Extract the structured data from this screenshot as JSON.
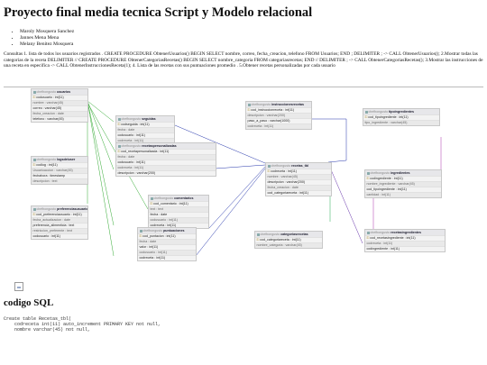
{
  "page": {
    "title": "Proyecto final media tecnica Script y Modelo relacional",
    "authors": [
      "Maroly Mosquera Sanchez",
      "Jannes Mena Mena",
      "Melany Benitez Mosquera"
    ],
    "consultas": "Consultas 1. lista de todos los usuarios registrados . CREATE PROCEDURE ObtenerUsuarios() BEGIN SELECT nombre, correo, fecha_creacion, telefono FROM Usuarios; END ; DELIMITER ; -> CALL ObtenerUsuarios(); 2.Mostrar todas las categorias de la receta DELIMITER // CREATE PROCEDURE ObtenerCategoriasRecetas() BEGIN SELECT nombre_categoria FROM categoriasrecetas; END // DELIMITER ; -> CALL ObtenerCategoriasRecetas(); 3.Mostrar las instrucciones de una receta en especifica -> CALL ObtenerInstruccionesReceta(1); 4. Lista de las recetas con sus puntuaciones promedio . 5.Obtener recetas personalizadas por cada usuario",
    "code_heading": "codigo SQL",
    "code_lines": [
      "Create table Recetas_tbl(",
      "    codreceta int(11) auto_increment PRIMARY KEY not null,",
      "    nombre varchar(45) not null,"
    ]
  },
  "diagram": {
    "db": "chefbongusto",
    "tables": [
      {
        "id": "usuarios",
        "name": "usuarios",
        "cols": [
          "codusuario : int(11)",
          "nombre : varchar(45)",
          "correo : varchar(45)",
          "fecha_creacion : date",
          "telefono : varchar(45)"
        ]
      },
      {
        "id": "logsdeluser",
        "name": "logsdeluser",
        "cols": [
          "codlog : int(11)",
          "Usuarioaccion : varchar(45)",
          "fechahora : timestamp",
          "descripcion : text"
        ]
      },
      {
        "id": "preferencias",
        "name": "preferenciasusuarios",
        "cols": [
          "cod_preferenciausuario : int(11)",
          "fecha_actualizacion : date",
          "preferencia_alimenticia : text",
          "restriccion_preferente : text",
          "codusuario : int(11)"
        ]
      },
      {
        "id": "seguidas",
        "name": "seguidas",
        "cols": [
          "codseguida : int(11)",
          "fecha : date",
          "codusuario : int(11)",
          "codreceta : int(11)"
        ]
      },
      {
        "id": "personalizadas",
        "name": "recetaspersonalizadas",
        "cols": [
          "cod_recetapersonalizada : int(11)",
          "fecha : date",
          "codusuario : int(11)",
          "codreceta : int(11)",
          "descripcion : varchar(200)"
        ]
      },
      {
        "id": "comentarios",
        "name": "comentarios",
        "cols": [
          "cod_comentario : int(11)",
          "text : text",
          "fecha : date",
          "codusuario : int(11)",
          "codreceta : int(11)"
        ]
      },
      {
        "id": "puntuaciones",
        "name": "puntuaciones",
        "cols": [
          "cod_puntacion : int(11)",
          "fecha : date",
          "valor : int(11)",
          "codusuario : int(11)",
          "codreceta : int(11)"
        ]
      },
      {
        "id": "instrucciones",
        "name": "instruccionesrecetas",
        "cols": [
          "cod_instruccionreceta : int(11)",
          "descripcion : varchar(200)",
          "paso_a_paso : varchar(1000)",
          "codreceta : int(11)"
        ]
      },
      {
        "id": "recetas",
        "name": "recetas_tbl",
        "cols": [
          "codreceta : int(11)",
          "nombre : varchar(45)",
          "descripcion : varchar(200)",
          "fecha_creacion : date",
          "cod_categoriareceta : int(11)"
        ]
      },
      {
        "id": "categorias",
        "name": "categoriasrecetas",
        "cols": [
          "cod_categoriareceta : int(11)",
          "nombre_categoria : varchar(45)"
        ]
      },
      {
        "id": "tipoingrediente",
        "name": "tipoingredientes",
        "cols": [
          "cod_tipoingrediente : int(11)",
          "tipo_ingrediente : varchar(45)"
        ]
      },
      {
        "id": "ingredientes",
        "name": "ingredientes",
        "cols": [
          "codingrediente : int(11)",
          "nombre_ingrediente : varchar(45)",
          "cod_tipoingrediente : int(11)",
          "cantidad : int(11)"
        ]
      },
      {
        "id": "recetasingredientes",
        "name": "recetasingredientes",
        "cols": [
          "cod_recetasingrediente : int(11)",
          "codreceta : int(11)",
          "codingrediente : int(11)"
        ]
      }
    ]
  }
}
